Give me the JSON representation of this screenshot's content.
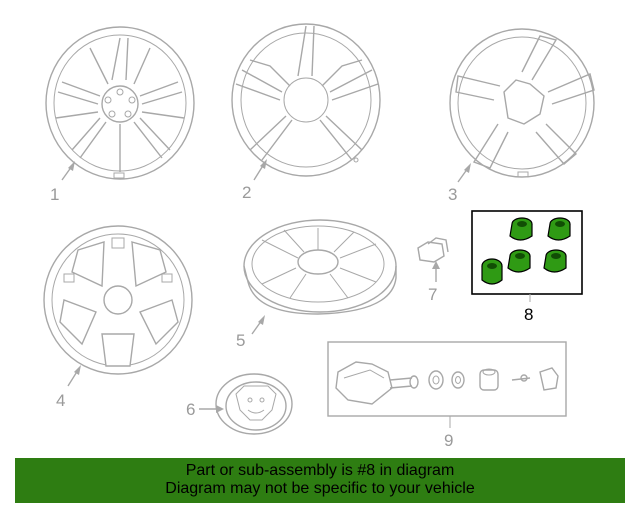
{
  "diagram": {
    "callouts": [
      "1",
      "2",
      "3",
      "4",
      "5",
      "6",
      "7",
      "8",
      "9"
    ],
    "highlighted_part": "8"
  },
  "banner": {
    "line1": "Part or sub-assembly is #8 in diagram",
    "line2": "Diagram may not be specific to your vehicle",
    "background": "#2e7d12"
  },
  "colors": {
    "line_art": "#a8a8a8",
    "highlight_fill": "#2f9a14",
    "highlight_outline": "#000000"
  }
}
